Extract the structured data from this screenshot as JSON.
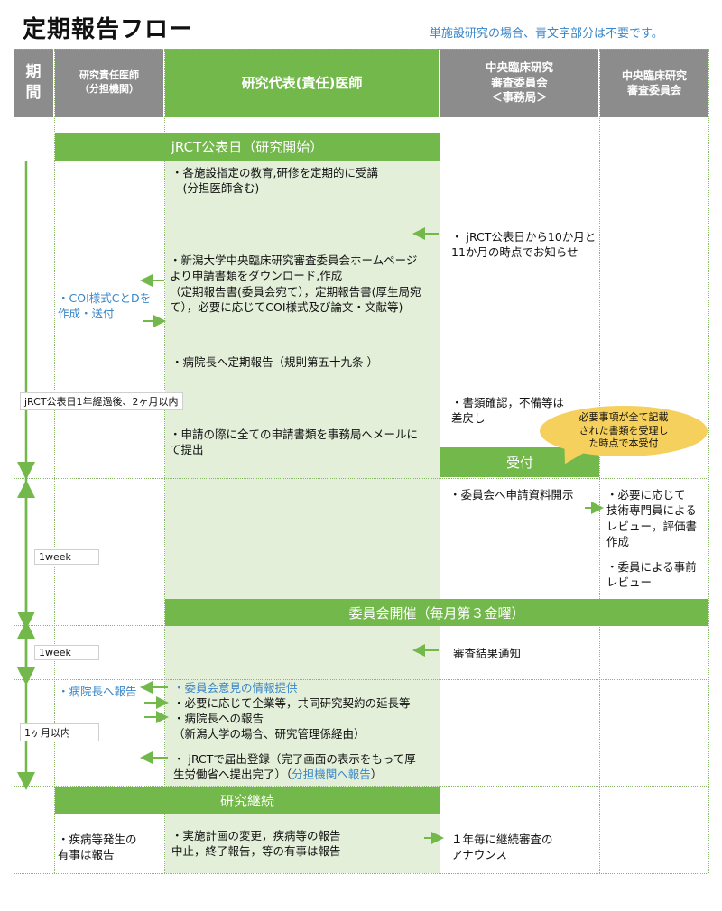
{
  "header": {
    "title": "定期報告フロー",
    "note": "単施設研究の場合、青文字部分は不要です。"
  },
  "columns": {
    "period": "期\n間",
    "investigator": "研究責任医師\n（分担機関）",
    "representative": "研究代表(責任)医師",
    "secretariat": "中央臨床研究\n審査委員会\n＜事務局＞",
    "committee": "中央臨床研究\n審査委員会"
  },
  "bars": {
    "publication": "jRCT公表日（研究開始）",
    "reception": "受付",
    "meeting": "委員会開催（毎月第３金曜）",
    "continuation": "研究継続"
  },
  "period_labels": {
    "first": "jRCT公表日1年経過後、2ヶ月以内",
    "week1": "1week",
    "week2": "1week",
    "month": "1ヶ月以内"
  },
  "investigator_col": {
    "coi": "・COI様式CとDを\n作成・送付",
    "report_director": "・病院長へ報告",
    "disease": "・疾病等発生の\n有事は報告"
  },
  "representative_col": {
    "training": "・各施設指定の教育,研修を定期的に受講\n　(分担医師含む)",
    "download": "・新潟大学中央臨床研究審査委員会ホームページ\nより申請書類をダウンロード,作成\n（定期報告書(委員会宛て），定期報告書(厚生局宛\nて），必要に応じてCOI様式及び論文・文献等)",
    "director_report": "・病院長へ定期報告（規則第五十九条 ）",
    "email": "・申請の際に全ての申請書類を事務局へメールに\nて提出",
    "opinion": "・委員会意見の情報提供",
    "extension": "・必要に応じて企業等，共同研究契約の延長等",
    "hospital": "・病院長への報告\n（新潟大学の場合、研究管理係経由）",
    "jrct_a": "・ jRCTで届出登録（完了画面の表示をもって厚\n生労働省へ提出完了）（",
    "jrct_b": "分担機関へ報告",
    "jrct_c": "）",
    "changes": "・実施計画の変更，疾病等の報告\n中止，終了報告，等の有事は報告"
  },
  "secretariat_col": {
    "notice": "・ jRCT公表日から10か月と\n11か月の時点でお知らせ",
    "check": "・書類確認，不備等は\n差戻し",
    "disclose": "・委員会へ申請資料開示",
    "result": "審査結果通知",
    "annual": "１年毎に継続審査の\nアナウンス"
  },
  "committee_col": {
    "expert": "・必要に応じて\n技術専門員による\nレビュー，評価書\n作成",
    "prereview": "・委員による事前\nレビュー"
  },
  "callout": "必要事項が全て記載\nされた書類を受理し\nた時点で本受付",
  "colors": {
    "green": "#73b84b",
    "light_green": "#e3efd9",
    "gray": "#8c8c8c",
    "blue": "#3a86c8",
    "yellow": "#f6d05c"
  }
}
